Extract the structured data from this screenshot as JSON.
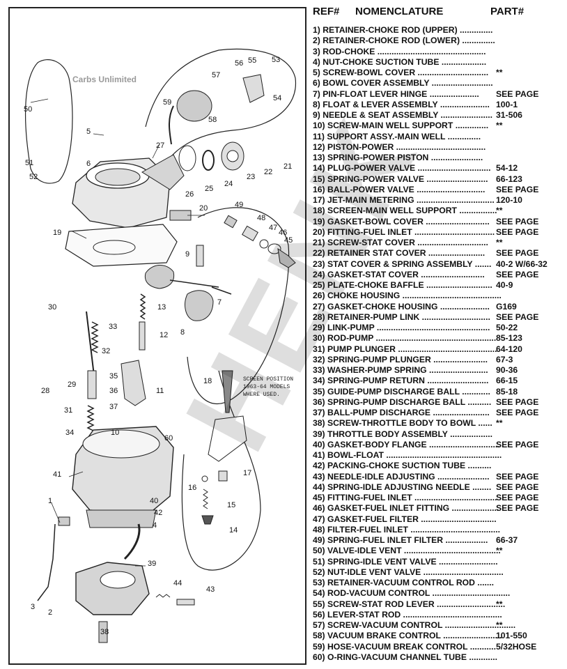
{
  "header": {
    "ref": "REF#",
    "nomenclature": "NOMENCLATURE",
    "part": "PART#"
  },
  "diagram": {
    "brand": "Carbs Unlimited",
    "screen_note": [
      "SCREEN POSITION",
      "1963-64 MODELS",
      "WHERE USED."
    ],
    "callouts": [
      "1",
      "2",
      "3",
      "4",
      "5",
      "6",
      "7",
      "8",
      "9",
      "10",
      "11",
      "12",
      "13",
      "14",
      "15",
      "16",
      "17",
      "18",
      "19",
      "20",
      "21",
      "22",
      "23",
      "24",
      "25",
      "26",
      "27",
      "28",
      "29",
      "30",
      "31",
      "32",
      "33",
      "34",
      "35",
      "36",
      "37",
      "38",
      "39",
      "40",
      "41",
      "42",
      "43",
      "44",
      "45",
      "46",
      "47",
      "48",
      "49",
      "50",
      "51",
      "52",
      "53",
      "54",
      "55",
      "56",
      "57",
      "58",
      "59",
      "60"
    ]
  },
  "watermark": "HENK",
  "parts": [
    {
      "desc": "1) RETAINER-CHOKE ROD (UPPER) ..............",
      "part": ""
    },
    {
      "desc": "2) RETAINER-CHOKE ROD (LOWER) ..............",
      "part": ""
    },
    {
      "desc": "3) ROD-CHOKE ..............................................",
      "part": ""
    },
    {
      "desc": "4) NUT-CHOKE SUCTION TUBE ...................",
      "part": ""
    },
    {
      "desc": "5) SCREW-BOWL COVER ..............................",
      "part": "**"
    },
    {
      "desc": "6) BOWL COVER ASSEMBLY ..........................",
      "part": ""
    },
    {
      "desc": "7) PIN-FLOAT LEVER HINGE .....................",
      "part": "SEE PAGE"
    },
    {
      "desc": "8) FLOAT & LEVER ASSEMBLY .....................",
      "part": "100-1"
    },
    {
      "desc": "9) NEEDLE & SEAT ASSEMBLY ......................",
      "part": "31-506"
    },
    {
      "desc": "10) SCREW-MAIN WELL SUPPORT ..............",
      "part": "**"
    },
    {
      "desc": "11) SUPPORT ASSY.-MAIN WELL ..............",
      "part": ""
    },
    {
      "desc": "12) PISTON-POWER ......................................",
      "part": ""
    },
    {
      "desc": "13) SPRING-POWER PISTON ......................",
      "part": ""
    },
    {
      "desc": "14) PLUG-POWER VALVE ...............................",
      "part": "54-12"
    },
    {
      "desc": "15) SPRING-POWER VALVE ..........................",
      "part": "66-123"
    },
    {
      "desc": "16) BALL-POWER VALVE .............................",
      "part": "SEE PAGE"
    },
    {
      "desc": "17) JET-MAIN METERING .................................",
      "part": "120-10"
    },
    {
      "desc": "18) SCREEN-MAIN WELL SUPPORT ................",
      "part": "**"
    },
    {
      "desc": "19) GASKET-BOWL COVER ...........................",
      "part": "SEE PAGE"
    },
    {
      "desc": "20) FITTING-FUEL INLET ..................................",
      "part": "SEE PAGE"
    },
    {
      "desc": "21) SCREW-STAT COVER ..............................",
      "part": "**"
    },
    {
      "desc": "22) RETAINER STAT COVER ........................",
      "part": "SEE PAGE"
    },
    {
      "desc": "23) STAT COVER & SPRING ASSEMBLY .......",
      "part": "40-2 W/66-32"
    },
    {
      "desc": "24) GASKET-STAT COVER ...........................",
      "part": "SEE PAGE"
    },
    {
      "desc": "25) PLATE-CHOKE BAFFLE ............................",
      "part": "40-9"
    },
    {
      "desc": "26) CHOKE HOUSING ..........................................",
      "part": ""
    },
    {
      "desc": "27) GASKET-CHOKE HOUSING .....................",
      "part": "G169"
    },
    {
      "desc": "28) RETAINER-PUMP LINK .............................",
      "part": "SEE PAGE"
    },
    {
      "desc": "29) LINK-PUMP ................................................",
      "part": "50-22"
    },
    {
      "desc": "30) ROD-PUMP ...................................................",
      "part": "85-123"
    },
    {
      "desc": "31) PUMP PLUNGER ..........................................",
      "part": "64-120"
    },
    {
      "desc": "32) SPRING-PUMP PLUNGER .......................",
      "part": "67-3"
    },
    {
      "desc": "33) WASHER-PUMP SPRING .........................",
      "part": "90-36"
    },
    {
      "desc": "34) SPRING-PUMP RETURN ..........................",
      "part": "66-15"
    },
    {
      "desc": "35) GUIDE-PUMP DISCHARGE BALL ............",
      "part": "85-18"
    },
    {
      "desc": "36) SPRING-PUMP DISCHARGE BALL ..........",
      "part": "SEE PAGE"
    },
    {
      "desc": "37) BALL-PUMP DISCHARGE ........................",
      "part": "SEE PAGE"
    },
    {
      "desc": "38) SCREW-THROTTLE BODY TO BOWL ......",
      "part": "**"
    },
    {
      "desc": "39) THROTTLE BODY ASSEMBLY ..................",
      "part": ""
    },
    {
      "desc": "40) GASKET-BODY FLANGE ..............................",
      "part": "SEE PAGE"
    },
    {
      "desc": "41) BOWL-FLOAT .................................................",
      "part": ""
    },
    {
      "desc": "42) PACKING-CHOKE SUCTION TUBE ..........",
      "part": ""
    },
    {
      "desc": "43) NEEDLE-IDLE ADJUSTING ......................",
      "part": "SEE PAGE"
    },
    {
      "desc": "44) SPRING-IDLE ADJUSTING NEEDLE ........",
      "part": "SEE PAGE"
    },
    {
      "desc": "45) FITTING-FUEL INLET ...................................",
      "part": "SEE PAGE"
    },
    {
      "desc": "46) GASKET-FUEL INLET FITTING ....................",
      "part": "SEE PAGE"
    },
    {
      "desc": "47) GASKET-FUEL FILTER ................................",
      "part": ""
    },
    {
      "desc": "48) FILTER-FUEL INLET ......................................",
      "part": ""
    },
    {
      "desc": "49) SPRING-FUEL INLET FILTER ..................",
      "part": "66-37"
    },
    {
      "desc": "50) VALVE-IDLE VENT .........................................",
      "part": "**"
    },
    {
      "desc": "51) SPRING-IDLE VENT VALVE .........................",
      "part": ""
    },
    {
      "desc": "52) NUT-IDLE VENT VALVE ..................................",
      "part": ""
    },
    {
      "desc": "53) RETAINER-VACUUM CONTROL ROD .......",
      "part": ""
    },
    {
      "desc": "54) ROD-VACUUM CONTROL .................................",
      "part": ""
    },
    {
      "desc": "55) SCREW-STAT ROD LEVER .............................",
      "part": "**"
    },
    {
      "desc": "56) LEVER-STAT ROD ..........................................",
      "part": ""
    },
    {
      "desc": "57) SCREW-VACUUM CONTROL ..............................",
      "part": "**"
    },
    {
      "desc": "58) VACUUM BRAKE CONTROL .........................",
      "part": "101-550"
    },
    {
      "desc": "59) HOSE-VACUUM BREAK CONTROL ...........",
      "part": "5/32HOSE"
    },
    {
      "desc": "60) O-RING-VACUUM CHANNEL TUBE ............",
      "part": ""
    }
  ]
}
